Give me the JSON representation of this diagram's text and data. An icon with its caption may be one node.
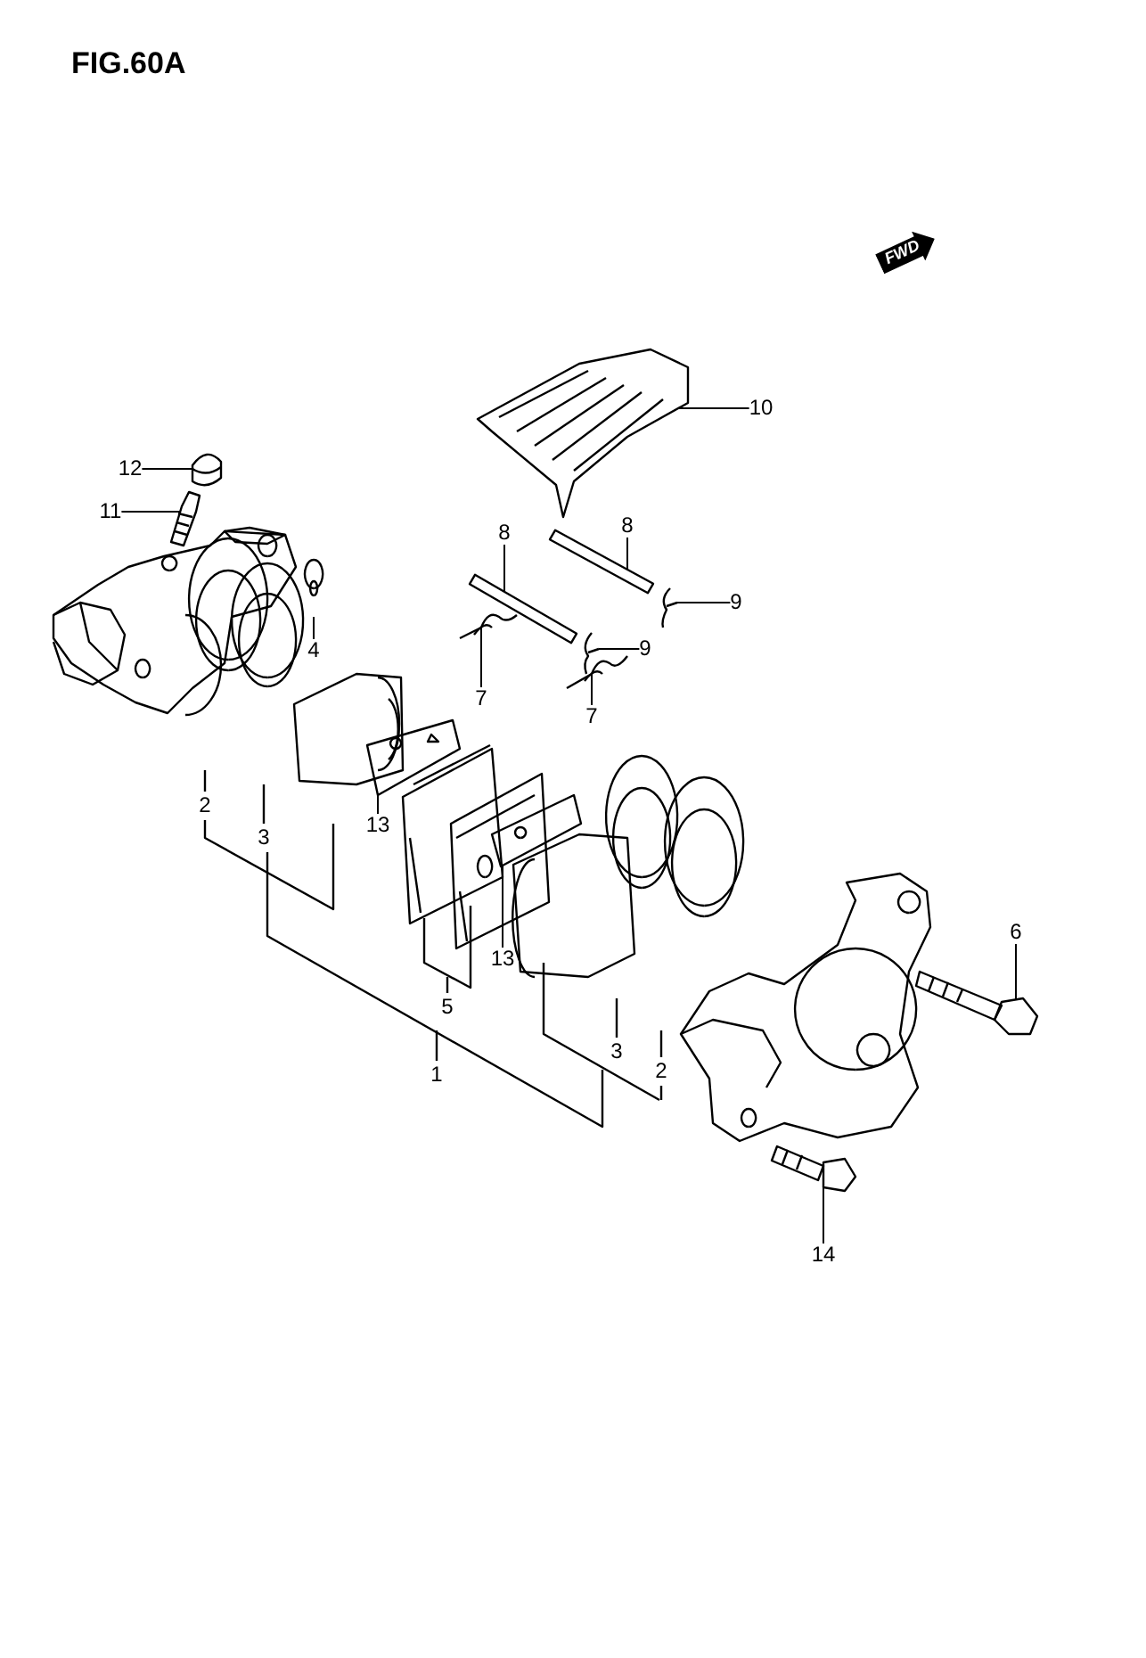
{
  "diagram": {
    "title": "FIG.60A",
    "nodes": [
      {
        "text": [
          "12"
        ]
      },
      {
        "text": [
          "11"
        ]
      },
      {
        "text": [
          "10"
        ]
      },
      {
        "text": [
          "8"
        ]
      },
      {
        "text": [
          "8"
        ]
      },
      {
        "text": [
          "9"
        ]
      },
      {
        "text": [
          "4"
        ]
      },
      {
        "text": [
          "9"
        ]
      },
      {
        "text": [
          "7"
        ]
      },
      {
        "text": [
          "7"
        ]
      },
      {
        "text": [
          "13"
        ]
      },
      {
        "text": [
          "13"
        ]
      },
      {
        "text": [
          "6"
        ]
      },
      {
        "text": [
          "14"
        ]
      },
      {
        "text": [],
        "shape": "picture"
      },
      {
        "text": [],
        "shape": "picture"
      },
      {
        "text": [],
        "shape": "picture"
      },
      {
        "text": [],
        "shape": "picture"
      },
      {
        "text": [],
        "shape": "picture"
      },
      {
        "text": [],
        "shape": "picture"
      },
      {
        "text": [],
        "shape": "picture"
      },
      {
        "text": [],
        "shape": "picture"
      },
      {
        "text": [],
        "shape": "picture"
      },
      {
        "text": [],
        "shape": "picture"
      },
      {
        "text": [],
        "shape": "picture"
      },
      {
        "text": [],
        "shape": "picture"
      },
      {
        "text": [],
        "shape": "picture"
      },
      {
        "text": [],
        "shape": "picture"
      }
    ],
    "edges": [
      {
        "from": 0,
        "to": 14,
        "arrow": "none"
      },
      {
        "from": 1,
        "to": 15,
        "arrow": "none"
      },
      {
        "from": 2,
        "to": 16,
        "arrow": "none"
      },
      {
        "from": 3,
        "to": 17,
        "arrow": "none"
      },
      {
        "from": 4,
        "to": 18,
        "arrow": "none"
      },
      {
        "from": 5,
        "to": 19,
        "arrow": "none"
      },
      {
        "from": 6,
        "to": 20,
        "arrow": "none"
      },
      {
        "from": 7,
        "to": 21,
        "arrow": "none"
      },
      {
        "from": 8,
        "to": 22,
        "arrow": "none"
      },
      {
        "from": 9,
        "to": 23,
        "arrow": "none"
      },
      {
        "from": 10,
        "to": 24,
        "arrow": "none"
      },
      {
        "from": 11,
        "to": 25,
        "arrow": "none"
      },
      {
        "from": 12,
        "to": 26,
        "arrow": "none"
      },
      {
        "from": 13,
        "to": 27,
        "arrow": "none"
      }
    ],
    "labels": [
      "FWD",
      "2",
      "3",
      "5",
      "1",
      "3",
      "2"
    ]
  }
}
